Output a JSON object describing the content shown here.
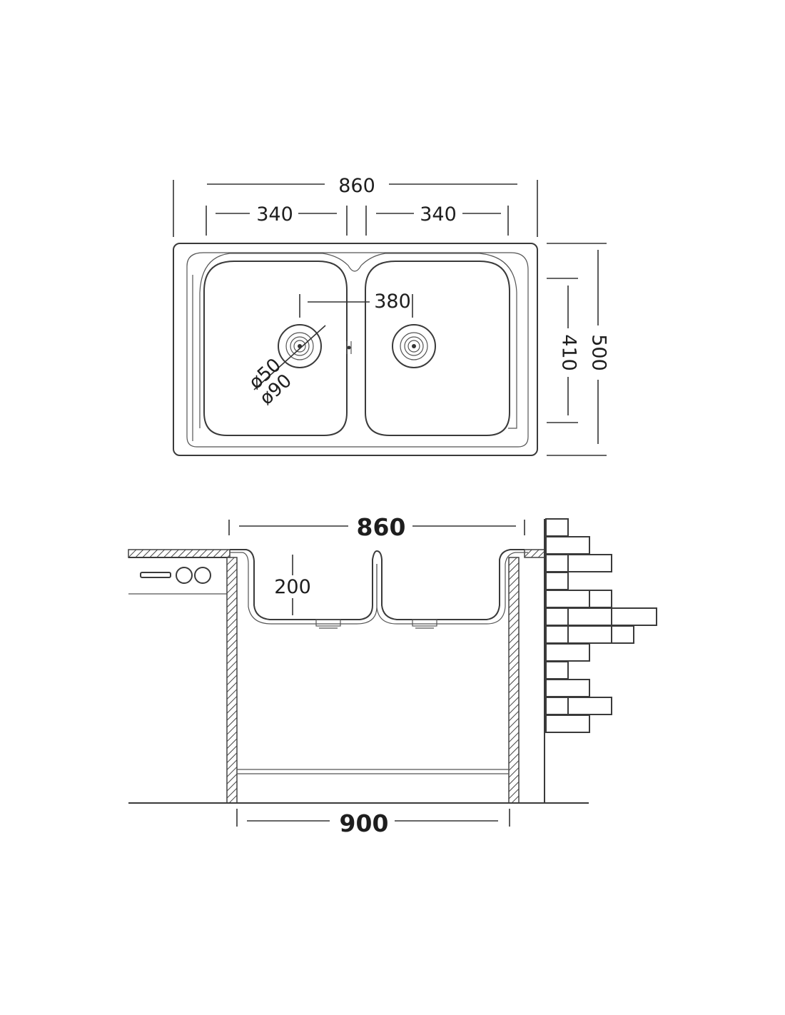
{
  "top_view": {
    "overall_width": "860",
    "bowl_left_width": "340",
    "bowl_right_width": "340",
    "drain_spacing": "380",
    "outer_depth": "500",
    "bowl_depth": "410",
    "drain_inner_diameter": "ø50",
    "drain_outer_diameter": "ø90"
  },
  "side_view": {
    "sink_width": "860",
    "bowl_height": "200",
    "cabinet_width": "900"
  },
  "colors": {
    "line": "#3a3a3a",
    "background": "#ffffff"
  }
}
